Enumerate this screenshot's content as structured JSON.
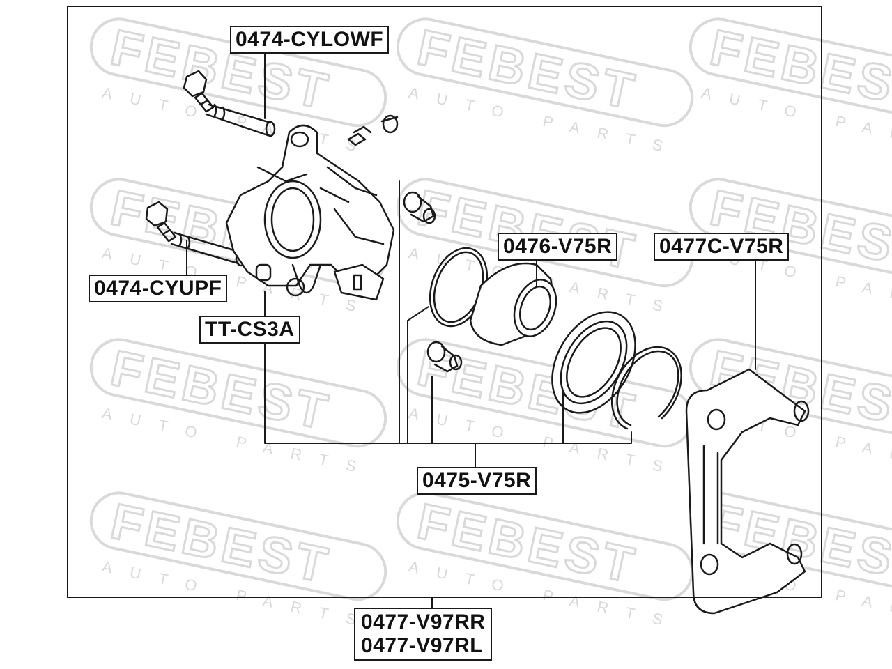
{
  "watermark": {
    "brand": "FEBEST",
    "tagline": "AUTO PARTS"
  },
  "part_labels": {
    "guide_bolt_long": "0474-CYLOWF",
    "guide_bolt_upper": "0474-CYUPF",
    "bleeder_cap": "TT-CS3A",
    "piston": "0476-V75R",
    "caliper_bracket": "0477C-V75R",
    "repair_kit": "0475-V75R",
    "caliper_assembly_rr": "0477-V97RR",
    "caliper_assembly_rl": "0477-V97RL"
  },
  "colors": {
    "line": "#1a1a1a",
    "watermark": "#d9d9d9",
    "background": "#ffffff"
  }
}
